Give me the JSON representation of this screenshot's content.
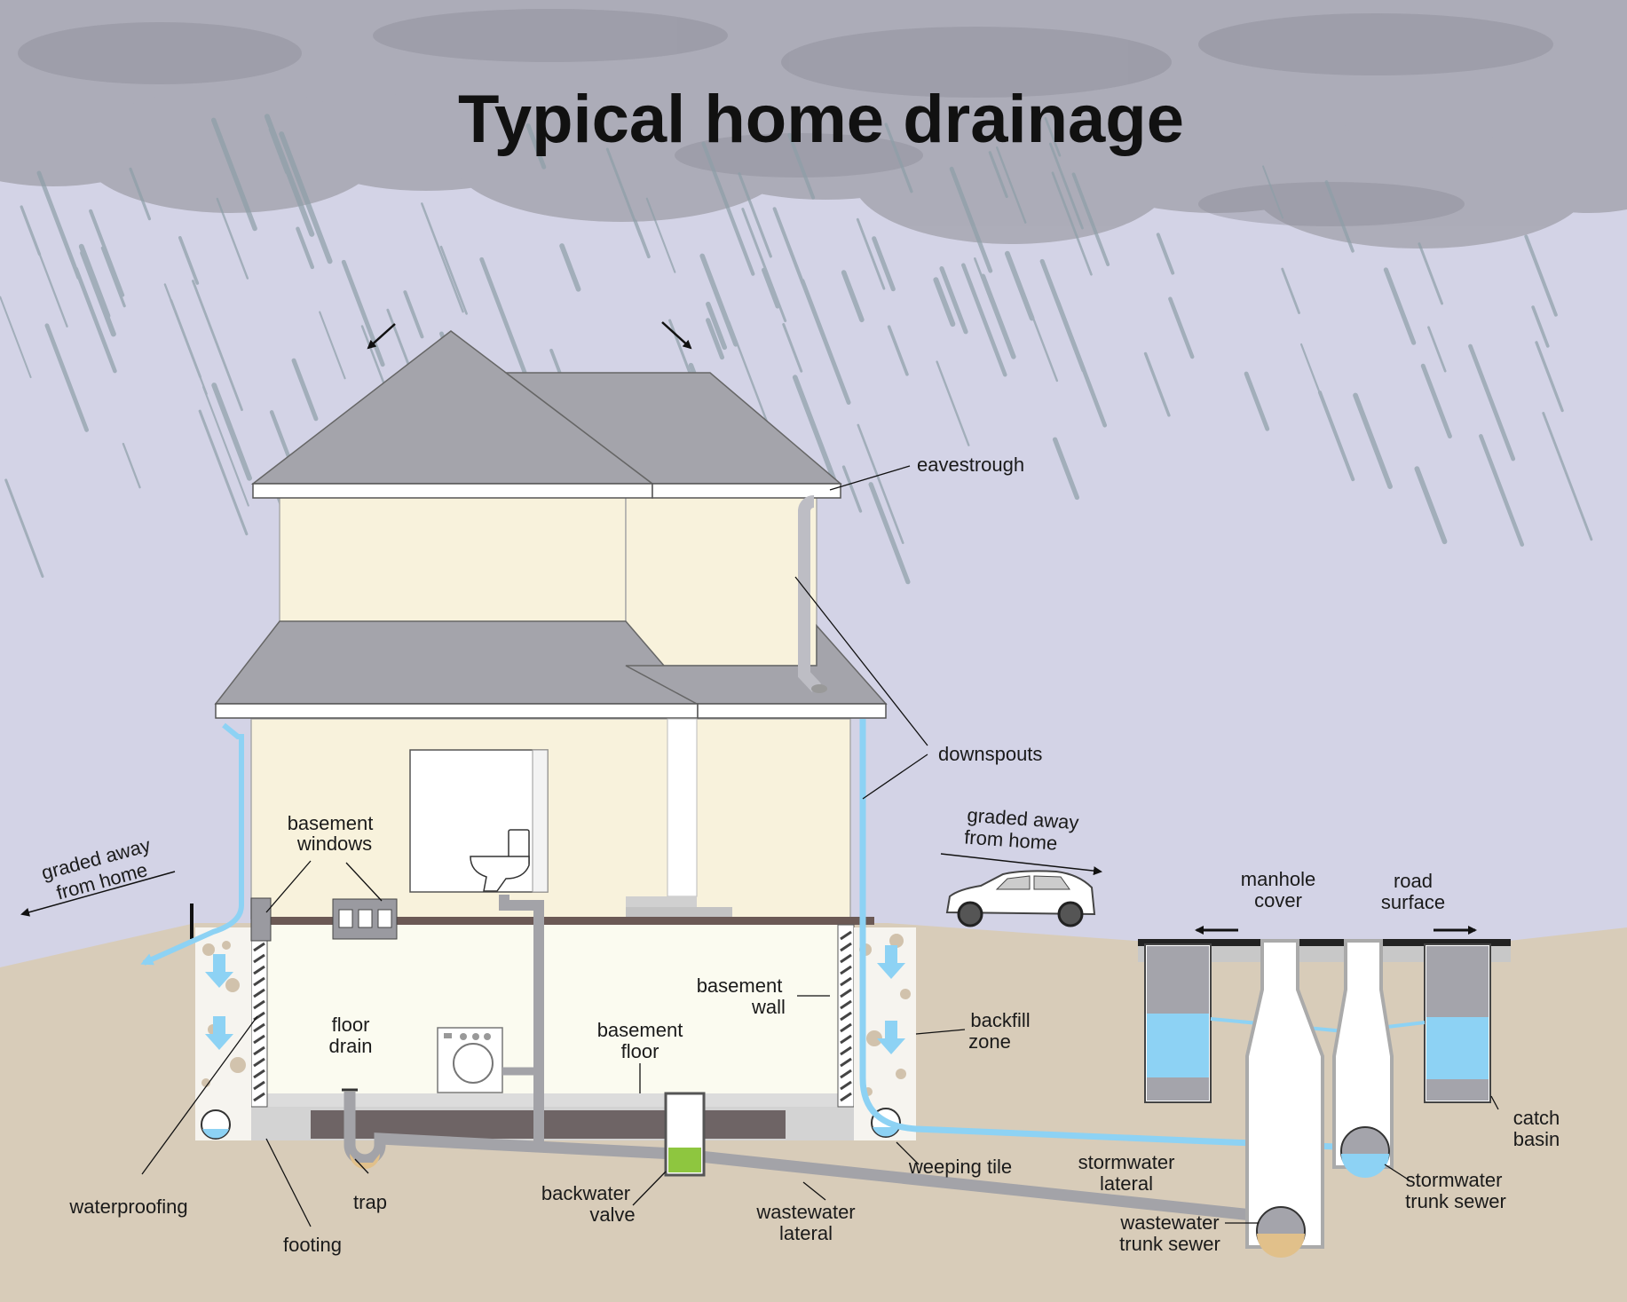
{
  "title": "Typical home drainage",
  "colors": {
    "sky": "#d3d3e6",
    "cloud": "#a3a3ad",
    "rain": "#8e9fa8",
    "ground": "#d8ccb9",
    "wall": "#f8f2dc",
    "roof": "#a4a4ab",
    "pipe": "#a3a3a8",
    "water": "#8dd2f4",
    "backwater_fill": "#8ec63f",
    "trap_water": "#e1c08a"
  },
  "labels": {
    "eavestrough": "eavestrough",
    "downspouts": "downspouts",
    "graded_left_1": "graded away",
    "graded_left_2": "from home",
    "graded_right_1": "graded away",
    "graded_right_2": "from home",
    "basement_windows_1": "basement",
    "basement_windows_2": "windows",
    "basement_wall_1": "basement",
    "basement_wall_2": "wall",
    "floor_drain_1": "floor",
    "floor_drain_2": "drain",
    "basement_floor_1": "basement",
    "basement_floor_2": "floor",
    "backfill_1": "backfill",
    "backfill_2": "zone",
    "manhole_1": "manhole",
    "manhole_2": "cover",
    "road_1": "road",
    "road_2": "surface",
    "catch_basin_1": "catch",
    "catch_basin_2": "basin",
    "waterproofing": "waterproofing",
    "trap": "trap",
    "footing": "footing",
    "backwater_1": "backwater",
    "backwater_2": "valve",
    "wastewater_lateral_1": "wastewater",
    "wastewater_lateral_2": "lateral",
    "weeping_tile": "weeping tile",
    "stormwater_lateral_1": "stormwater",
    "stormwater_lateral_2": "lateral",
    "stormwater_trunk_1": "stormwater",
    "stormwater_trunk_2": "trunk sewer",
    "wastewater_trunk_1": "wastewater",
    "wastewater_trunk_2": "trunk sewer"
  }
}
